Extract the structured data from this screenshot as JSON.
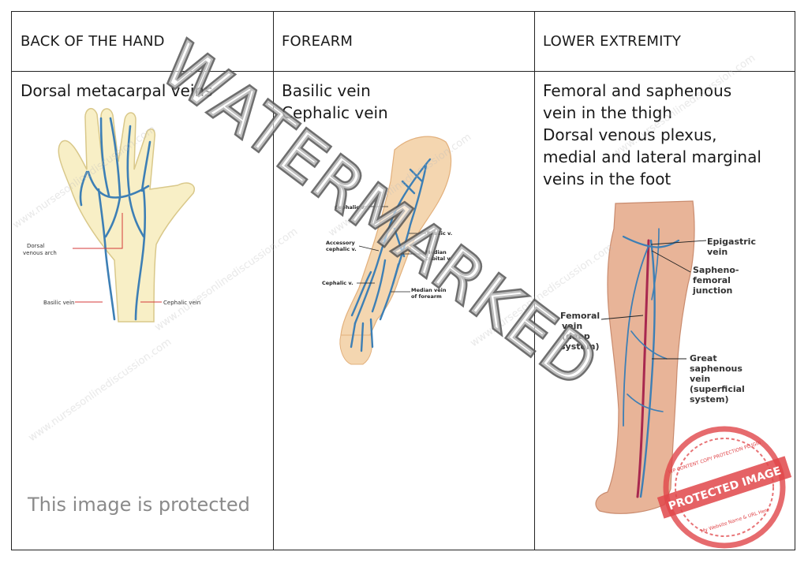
{
  "headers": {
    "col1": "BACK OF THE HAND",
    "col2": "FOREARM",
    "col3": "LOWER EXTREMITY"
  },
  "hand": {
    "text_lines": [
      "Dorsal metacarpal veins"
    ],
    "labels": {
      "arch": [
        "Dorsal",
        "venous arch"
      ],
      "basilic": "Basilic vein",
      "cephalic": "Cephalic vein"
    }
  },
  "forearm": {
    "text_lines": [
      "Basilic vein",
      "Cephalic vein"
    ],
    "labels": {
      "cephalic_upper": "Cephalic v.",
      "basilic": "Basilic v.",
      "accessory": [
        "Accessory",
        "cephalic v."
      ],
      "median_cubital": [
        "Median",
        "cubital v."
      ],
      "cephalic_lower": "Cephalic v.",
      "median_forearm": [
        "Median vein",
        "of forearm"
      ]
    }
  },
  "leg": {
    "text_lines": [
      "Femoral and saphenous",
      "vein in the thigh",
      "Dorsal venous plexus,",
      "medial and lateral marginal",
      "veins in the foot"
    ],
    "labels": {
      "epigastric": [
        "Epigastric",
        "vein"
      ],
      "junction": [
        "Sapheno-",
        "femoral",
        "junction"
      ],
      "femoral": [
        "Femoral",
        "vein",
        "(deep",
        "system)"
      ],
      "saphenous": [
        "Great",
        "saphenous",
        "vein",
        "(superficial",
        "system)"
      ]
    }
  },
  "overlay": {
    "watermark": "WATERMARKED",
    "protected_notice": "This image is protected",
    "stamp_main": "PROTECTED IMAGE",
    "stamp_top": "WP CONTENT COPY PROTECTION PLUGIN",
    "stamp_bottom": "My Website Name & URL Here",
    "tile_text": "www.nursesonlinediscussion.com"
  },
  "colors": {
    "vein_blue": "#3d7fb5",
    "skin": "#f4d6b0",
    "leg_skin": "#e8b498",
    "artery_red": "#a8284f",
    "stamp_red": "#e0464a",
    "leader_red": "#d43a3a"
  }
}
